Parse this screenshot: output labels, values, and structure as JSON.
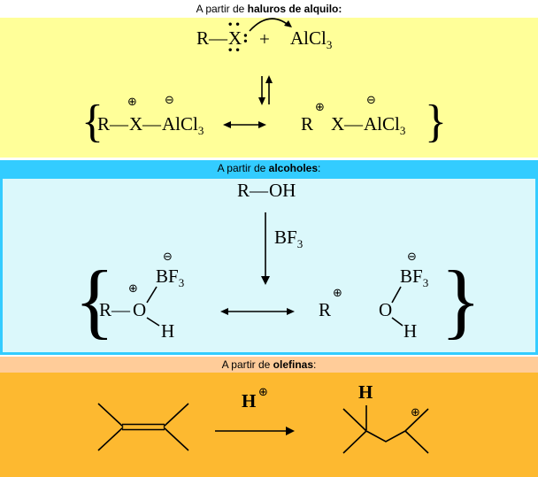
{
  "sections": {
    "halides": {
      "title_prefix": "A partir de ",
      "title_bold": "haluros de alquilo:",
      "header_bg": "#FFFFFF",
      "bg": "#FFFF99"
    },
    "alcohols": {
      "title_prefix": "A partir de ",
      "title_bold": "alcoholes",
      "title_suffix": ":",
      "header_bg": "#33CCFF",
      "bg": "#DBF8FB",
      "border": "#33CCFF"
    },
    "olefins": {
      "title_prefix": "A partir de ",
      "title_bold": "olefinas",
      "title_suffix": ":",
      "header_bg": "#FFCC99",
      "bg": "#FDB930"
    }
  },
  "tokens": {
    "R": "R",
    "X": "X",
    "O": "O",
    "H": "H",
    "OH": "OH",
    "AlCl": "AlCl",
    "BF": "BF",
    "sub3": "3",
    "plus": "+",
    "bond": "—",
    "colon": ":",
    "lone_pair": "••",
    "plus_circled": "⊕",
    "minus_circled": "⊖",
    "brace_left": "{",
    "brace_right": "}"
  }
}
